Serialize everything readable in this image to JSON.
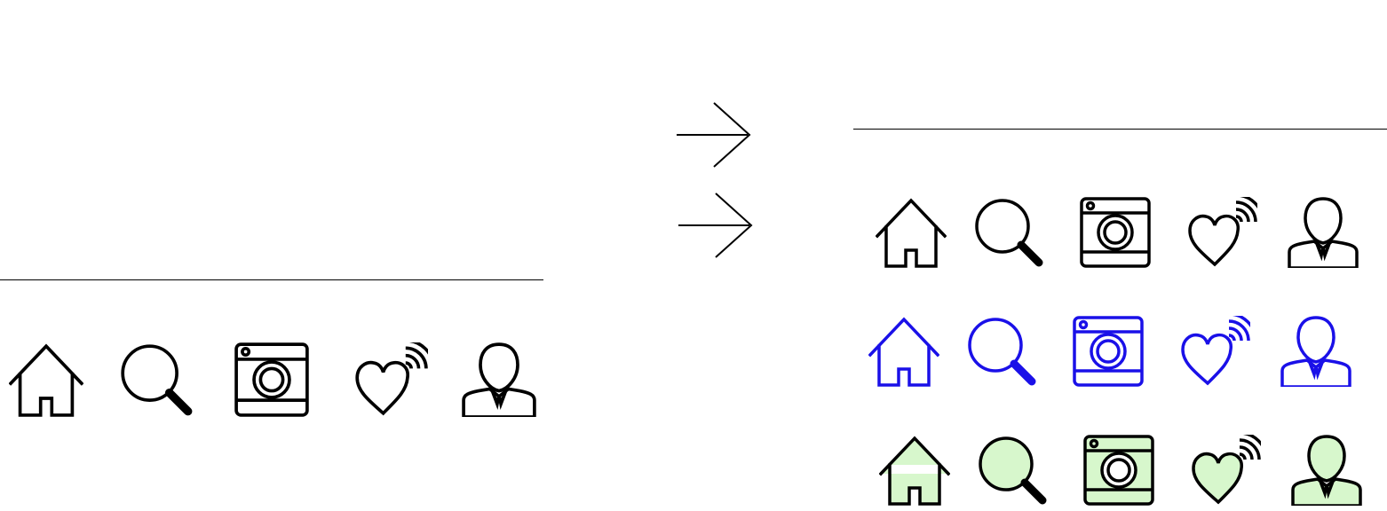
{
  "source_panel": {
    "icons": [
      "home-icon",
      "search-icon",
      "camera-icon",
      "heart-signal-icon",
      "user-icon"
    ],
    "stroke": "#000000",
    "fill": "none"
  },
  "arrows": [
    "arrow-right-icon",
    "arrow-right-icon"
  ],
  "variant_panel": {
    "icons": [
      "home-icon",
      "search-icon",
      "camera-icon",
      "heart-signal-icon",
      "user-icon"
    ],
    "rows": [
      {
        "name": "outline-black",
        "stroke": "#000000",
        "fill": "none"
      },
      {
        "name": "outline-blue",
        "stroke": "#1a10e8",
        "fill": "none"
      },
      {
        "name": "filled-green",
        "stroke": "#000000",
        "fill": "#d7f7cc"
      }
    ]
  }
}
